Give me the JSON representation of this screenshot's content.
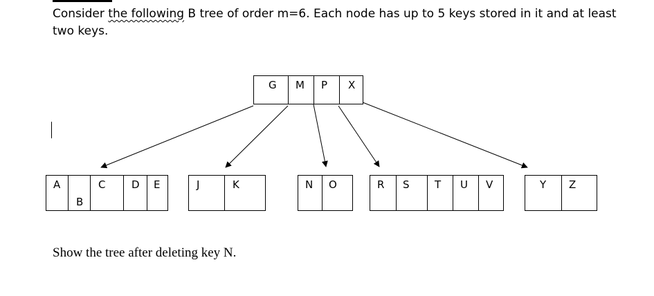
{
  "question": {
    "intro_before": "Consider ",
    "intro_underlined": "the following",
    "intro_after": " B tree of order m=6.  Each node has up to 5 keys stored in it and at least two keys.",
    "instruction": "Show the tree after deleting key N."
  },
  "tree": {
    "order": 6,
    "root": {
      "keys": [
        "G",
        "M",
        "P",
        "X"
      ]
    },
    "children": [
      {
        "keys": [
          "A",
          "B",
          "C",
          "D",
          "E"
        ]
      },
      {
        "keys": [
          "J",
          "K"
        ]
      },
      {
        "keys": [
          "N",
          "O"
        ]
      },
      {
        "keys": [
          "R",
          "S",
          "T",
          "U",
          "V"
        ]
      },
      {
        "keys": [
          "Y",
          "Z"
        ]
      }
    ]
  }
}
